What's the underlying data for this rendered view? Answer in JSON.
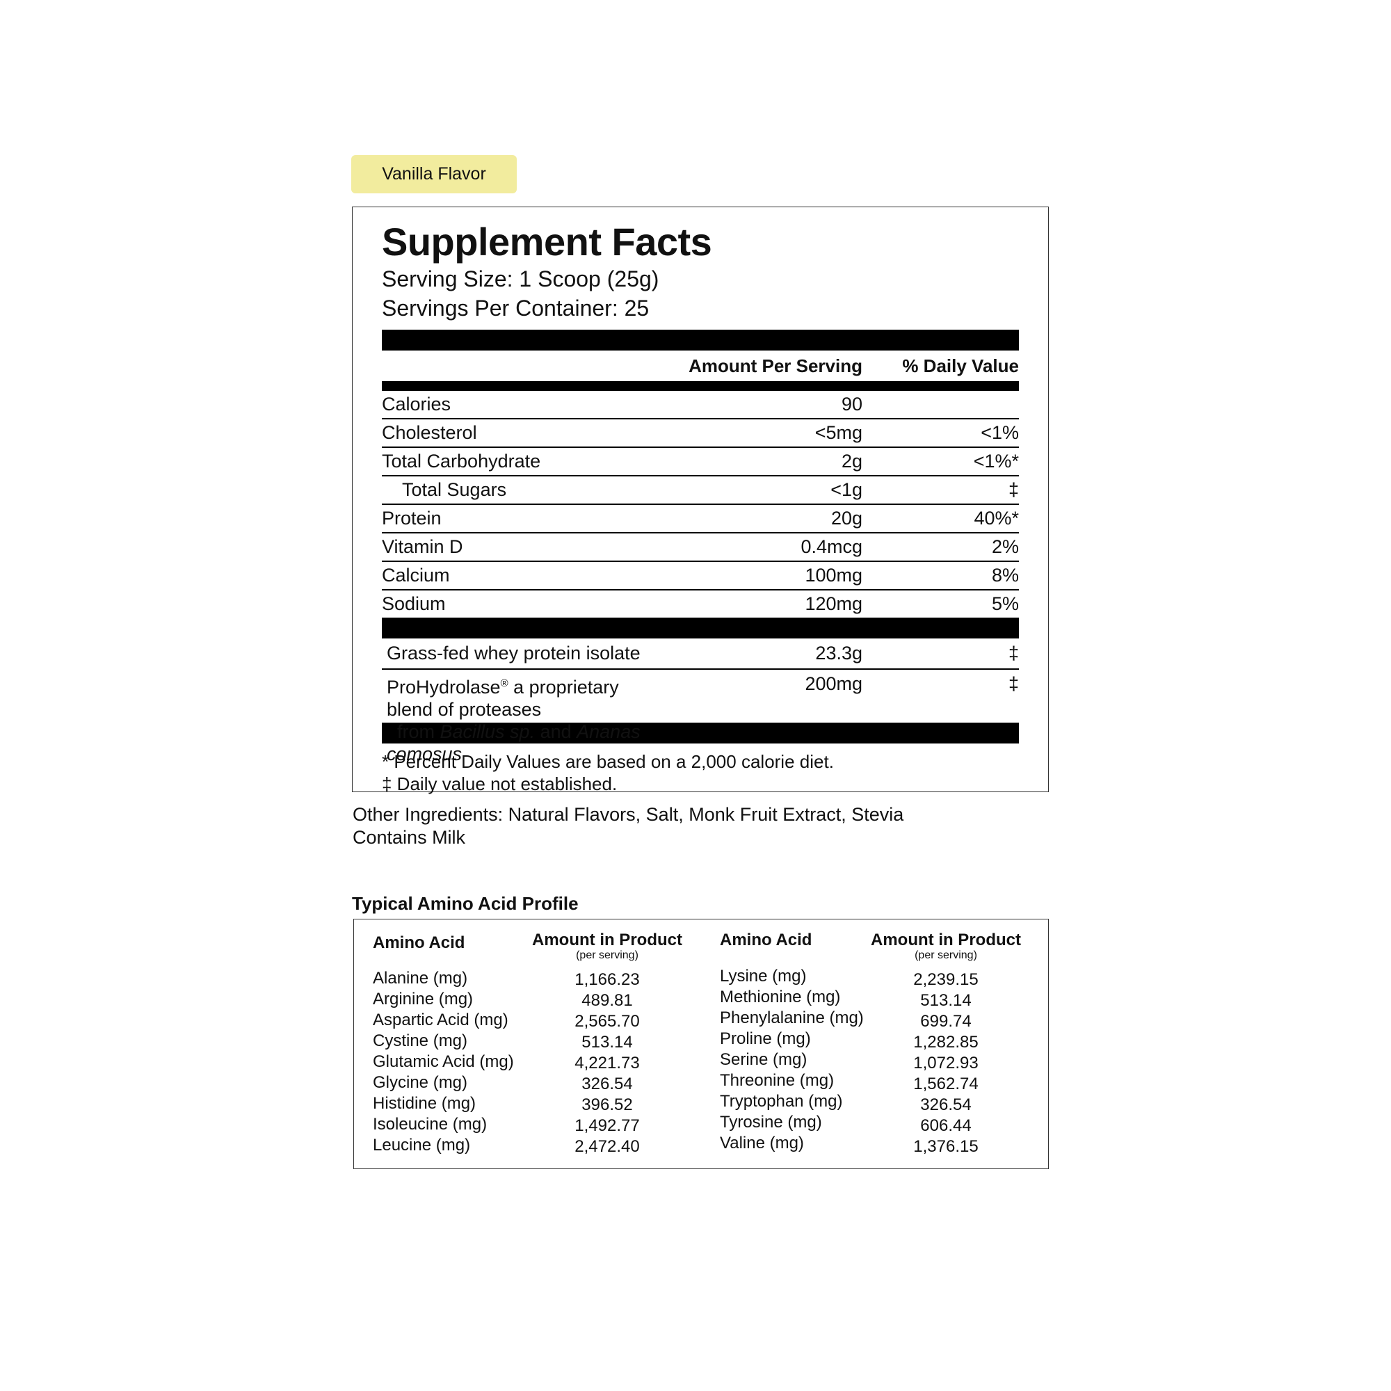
{
  "flavor_badge": "Vanilla Flavor",
  "facts": {
    "title": "Supplement Facts",
    "serving_size": "Serving Size: 1 Scoop (25g)",
    "servings_per_container": "Servings Per Container: 25",
    "header": {
      "amount": "Amount Per Serving",
      "dv": "% Daily Value"
    },
    "nutrients": [
      {
        "name": "Calories",
        "amount": "90",
        "dv": ""
      },
      {
        "name": "Cholesterol",
        "amount": "<5mg",
        "dv": "<1%"
      },
      {
        "name": "Total Carbohydrate",
        "amount": "2g",
        "dv": "<1%*"
      },
      {
        "name": "Total Sugars",
        "amount": "<1g",
        "dv": "‡"
      },
      {
        "name": "Protein",
        "amount": "20g",
        "dv": "40%*"
      },
      {
        "name": "Vitamin D",
        "amount": "0.4mcg",
        "dv": "2%"
      },
      {
        "name": "Calcium",
        "amount": "100mg",
        "dv": "8%"
      },
      {
        "name": "Sodium",
        "amount": "120mg",
        "dv": "5%"
      }
    ],
    "ingredients": [
      {
        "name": "Grass-fed whey protein isolate",
        "amount": "23.3g",
        "dv": "‡"
      },
      {
        "name_prefix": "ProHydrolase",
        "registered": "®",
        "name_rest": " a proprietary blend of proteases",
        "line2_from": "from ",
        "line2_italic1": "Bacillus sp.",
        "line2_and": " and ",
        "line2_italic2": "Ananas comosus",
        "amount": "200mg",
        "dv": "‡"
      }
    ],
    "footnote_1": "* Percent Daily Values are based on a 2,000 calorie diet.",
    "footnote_2": "‡ Daily value not established."
  },
  "other_ingredients": "Other Ingredients: Natural Flavors, Salt, Monk Fruit Extract, Stevia",
  "contains": "Contains Milk",
  "amino": {
    "title": "Typical Amino Acid Profile",
    "col_name": "Amino Acid",
    "col_amount": "Amount in Product",
    "col_amount_sub": "(per serving)",
    "left": [
      {
        "name": "Alanine (mg)",
        "value": "1,166.23"
      },
      {
        "name": "Arginine (mg)",
        "value": "489.81"
      },
      {
        "name": "Aspartic Acid (mg)",
        "value": "2,565.70"
      },
      {
        "name": "Cystine (mg)",
        "value": "513.14"
      },
      {
        "name": "Glutamic Acid (mg)",
        "value": "4,221.73"
      },
      {
        "name": "Glycine (mg)",
        "value": "326.54"
      },
      {
        "name": "Histidine (mg)",
        "value": "396.52"
      },
      {
        "name": "Isoleucine (mg)",
        "value": "1,492.77"
      },
      {
        "name": "Leucine (mg)",
        "value": "2,472.40"
      }
    ],
    "right": [
      {
        "name": "Lysine (mg)",
        "value": "2,239.15"
      },
      {
        "name": "Methionine (mg)",
        "value": "513.14"
      },
      {
        "name": "Phenylalanine (mg)",
        "value": "699.74"
      },
      {
        "name": "Proline (mg)",
        "value": "1,282.85"
      },
      {
        "name": "Serine (mg)",
        "value": "1,072.93"
      },
      {
        "name": "Threonine (mg)",
        "value": "1,562.74"
      },
      {
        "name": "Tryptophan (mg)",
        "value": "326.54"
      },
      {
        "name": "Tyrosine (mg)",
        "value": "606.44"
      },
      {
        "name": "Valine (mg)",
        "value": "1,376.15"
      }
    ]
  }
}
